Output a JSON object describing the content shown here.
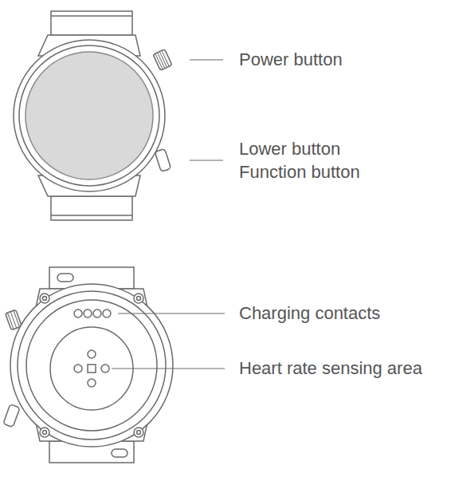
{
  "diagram": {
    "labels": [
      "Power button",
      "Lower button",
      "Function button",
      "Charging contacts",
      "Heart rate sensing area"
    ]
  }
}
